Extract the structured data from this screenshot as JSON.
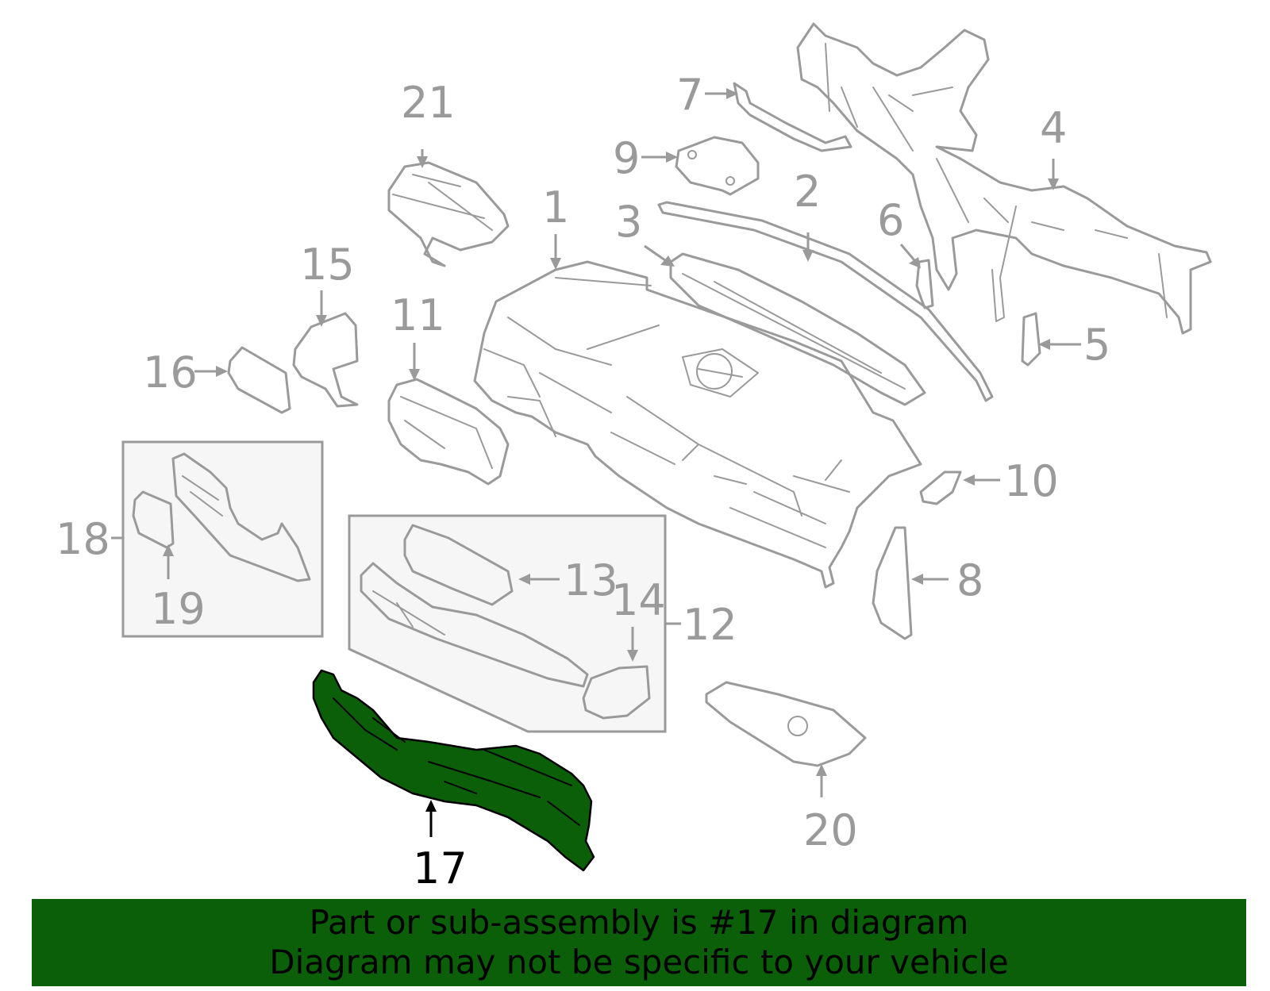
{
  "colors": {
    "highlight": "#0a5f08",
    "part_stroke": "#9a9a9a",
    "callout_highlight": "#000000"
  },
  "callouts": {
    "c1": "1",
    "c2": "2",
    "c3": "3",
    "c4": "4",
    "c5": "5",
    "c6": "6",
    "c7": "7",
    "c8": "8",
    "c9": "9",
    "c10": "10",
    "c11": "11",
    "c12": "12",
    "c13": "13",
    "c14": "14",
    "c15": "15",
    "c16": "16",
    "c17": "17",
    "c18": "18",
    "c19": "19",
    "c20": "20",
    "c21": "21"
  },
  "highlighted_part": "17",
  "banner": {
    "line1": "Part or sub-assembly is #17 in diagram",
    "line2": "Diagram may not be specific to your vehicle"
  }
}
